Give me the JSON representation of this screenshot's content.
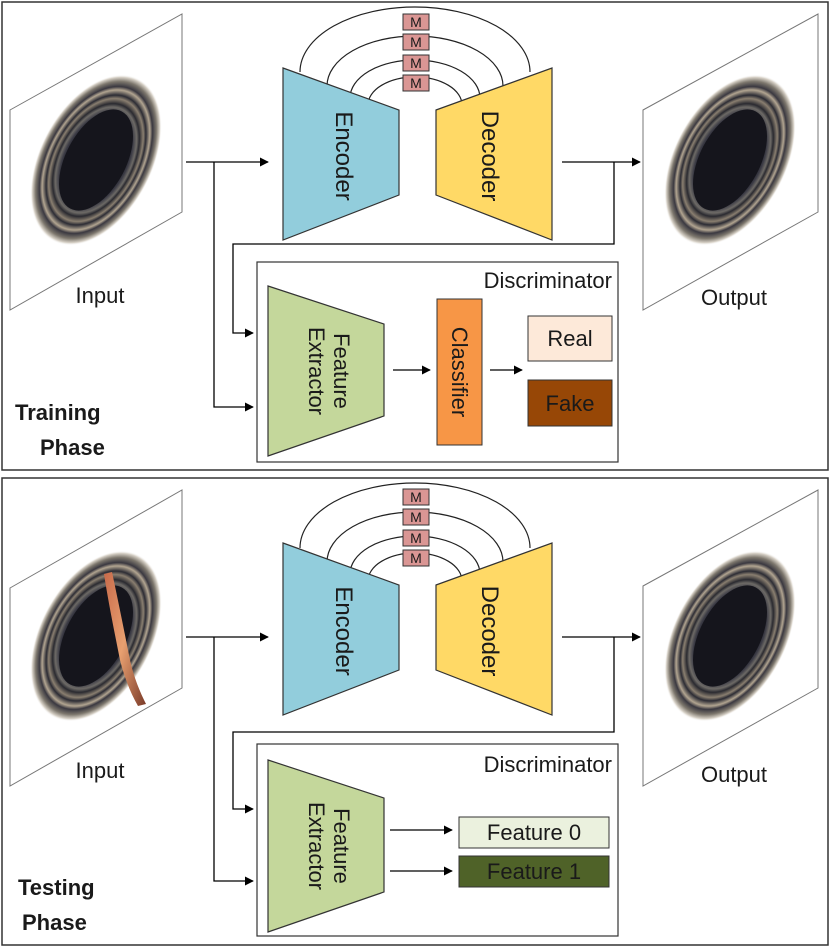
{
  "training": {
    "phase_line1": "Training",
    "phase_line2": "Phase",
    "input_label": "Input",
    "output_label": "Output",
    "encoder": "Encoder",
    "decoder": "Decoder",
    "m_label": "M",
    "discriminator": "Discriminator",
    "feature_extractor_line1": "Feature",
    "feature_extractor_line2": "Extractor",
    "classifier": "Classifier",
    "real": "Real",
    "fake": "Fake"
  },
  "testing": {
    "phase_line1": "Testing",
    "phase_line2": "Phase",
    "input_label": "Input",
    "output_label": "Output",
    "encoder": "Encoder",
    "decoder": "Decoder",
    "m_label": "M",
    "discriminator": "Discriminator",
    "feature_extractor_line1": "Feature",
    "feature_extractor_line2": "Extractor",
    "feature0": "Feature 0",
    "feature1": "Feature 1"
  },
  "colors": {
    "encoder": "#92cddc",
    "decoder": "#ffd966",
    "feature_extractor": "#c4d79b",
    "classifier": "#f79646",
    "real": "#fde9d9",
    "fake": "#974706",
    "feature0": "#ebf1de",
    "feature1": "#4f6228",
    "m_block": "#da9694"
  }
}
